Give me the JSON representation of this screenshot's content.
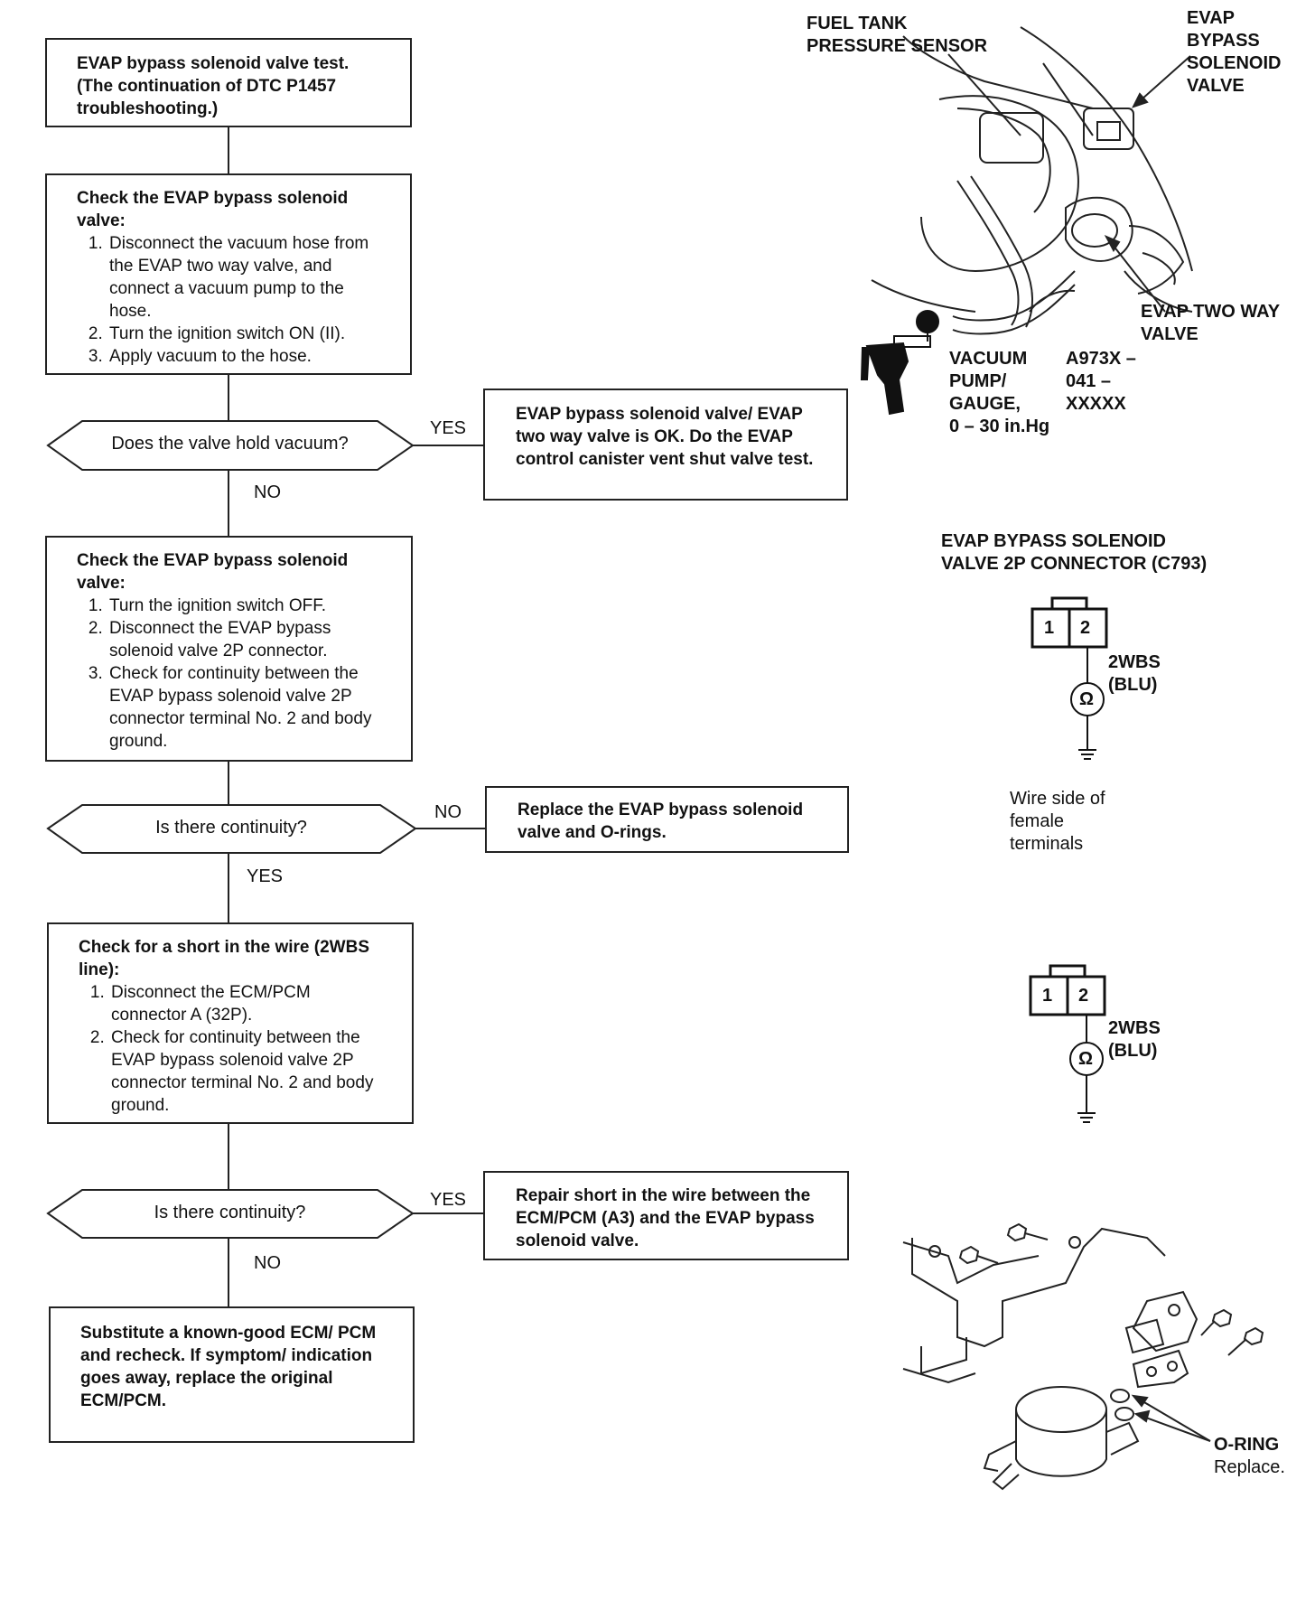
{
  "flowchart": {
    "start": "EVAP bypass solenoid valve test. (The continuation of DTC P1457 troubleshooting.)",
    "step1": {
      "title": "Check the EVAP bypass solenoid valve:",
      "items": [
        "Disconnect the vacuum hose from the EVAP two way valve, and connect a vacuum pump to the hose.",
        "Turn the ignition switch ON (II).",
        "Apply vacuum to the hose."
      ]
    },
    "decision1": {
      "question": "Does the valve hold vacuum?",
      "yes": "YES",
      "no": "NO"
    },
    "result1": "EVAP bypass solenoid valve/ EVAP two way valve is OK. Do the EVAP control canister vent shut valve test.",
    "step2": {
      "title": "Check the EVAP bypass solenoid valve:",
      "items": [
        "Turn the ignition switch OFF.",
        "Disconnect the EVAP bypass solenoid valve 2P connector.",
        "Check for continuity between the EVAP bypass solenoid valve 2P connector terminal No. 2 and body ground."
      ]
    },
    "decision2": {
      "question": "Is there continuity?",
      "no": "NO",
      "yes": "YES"
    },
    "result2": "Replace the EVAP bypass solenoid valve and O-rings.",
    "step3": {
      "title": "Check for a short in the wire (2WBS line):",
      "items": [
        "Disconnect the ECM/PCM connector A (32P).",
        "Check for continuity between the EVAP bypass solenoid valve 2P connector terminal No. 2 and body ground."
      ]
    },
    "decision3": {
      "question": "Is there continuity?",
      "yes": "YES",
      "no": "NO"
    },
    "result3": "Repair short in the wire between the ECM/PCM (A3) and the EVAP bypass solenoid valve.",
    "end": "Substitute a known-good ECM/ PCM and recheck. If symptom/ indication goes away, replace the original ECM/PCM."
  },
  "illustration_top": {
    "fuel_tank_pressure_sensor": [
      "FUEL TANK",
      "PRESSURE SENSOR"
    ],
    "evap_bypass_solenoid_valve": [
      "EVAP",
      "BYPASS",
      "SOLENOID",
      "VALVE"
    ],
    "evap_two_way_valve": [
      "EVAP TWO WAY",
      "VALVE"
    ],
    "vacuum_pump": [
      "VACUUM",
      "PUMP/",
      "GAUGE,",
      "0 – 30 in.Hg"
    ],
    "tool_number": [
      "A973X –",
      "041 –",
      "XXXXX"
    ]
  },
  "connector_diagram": {
    "title": [
      "EVAP BYPASS SOLENOID",
      "VALVE 2P CONNECTOR (C793)"
    ],
    "pins": [
      "1",
      "2"
    ],
    "wire": [
      "2WBS",
      "(BLU)"
    ],
    "ohm": "Ω",
    "note": [
      "Wire side of",
      "female",
      "terminals"
    ]
  },
  "connector_diagram_2": {
    "pins": [
      "1",
      "2"
    ],
    "wire": [
      "2WBS",
      "(BLU)"
    ],
    "ohm": "Ω"
  },
  "illustration_bottom": {
    "o_ring": "O-RING",
    "replace": "Replace."
  }
}
